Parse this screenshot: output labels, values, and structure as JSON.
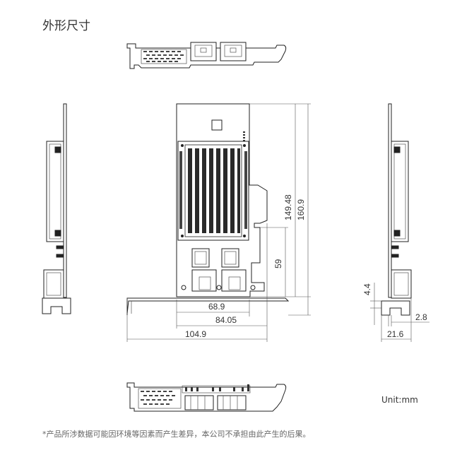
{
  "header": {
    "title": "外形尺寸"
  },
  "dimensions": {
    "d1": "68.9",
    "d2": "84.05",
    "d3": "104.9",
    "d4": "59",
    "d5": "149.48",
    "d6": "160.9",
    "d7": "4.4",
    "d8": "2.8",
    "d9": "21.6"
  },
  "unit": "Unit:mm",
  "footnote": "*产品所涉数据可能因环境等因素而产生差异，本公司不承担由此产生的后果。"
}
